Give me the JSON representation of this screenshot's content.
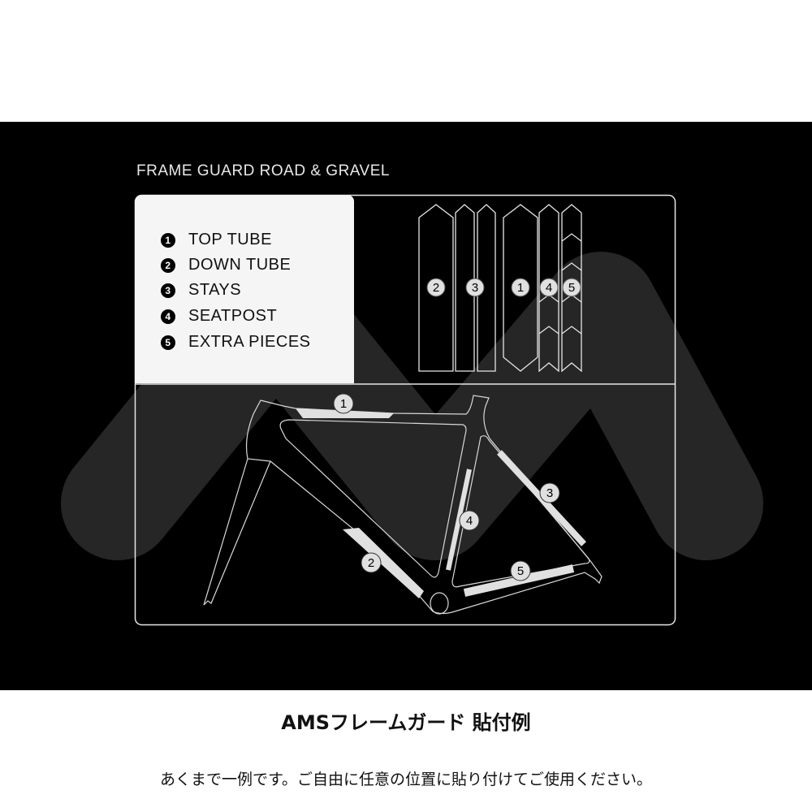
{
  "title": "FRAME GUARD ROAD & GRAVEL",
  "legend": [
    {
      "num": "1",
      "label": "TOP TUBE"
    },
    {
      "num": "2",
      "label": "DOWN TUBE"
    },
    {
      "num": "3",
      "label": "STAYS"
    },
    {
      "num": "4",
      "label": "SEATPOST"
    },
    {
      "num": "5",
      "label": "EXTRA PIECES"
    }
  ],
  "sheet_labels": [
    "2",
    "3",
    "1",
    "4",
    "5"
  ],
  "frame_labels": [
    "1",
    "2",
    "3",
    "4",
    "5"
  ],
  "caption": "AMSフレームガード 貼付例",
  "note": "あくまで一例です。ご自由に任意の位置に貼り付けてご使用ください。"
}
